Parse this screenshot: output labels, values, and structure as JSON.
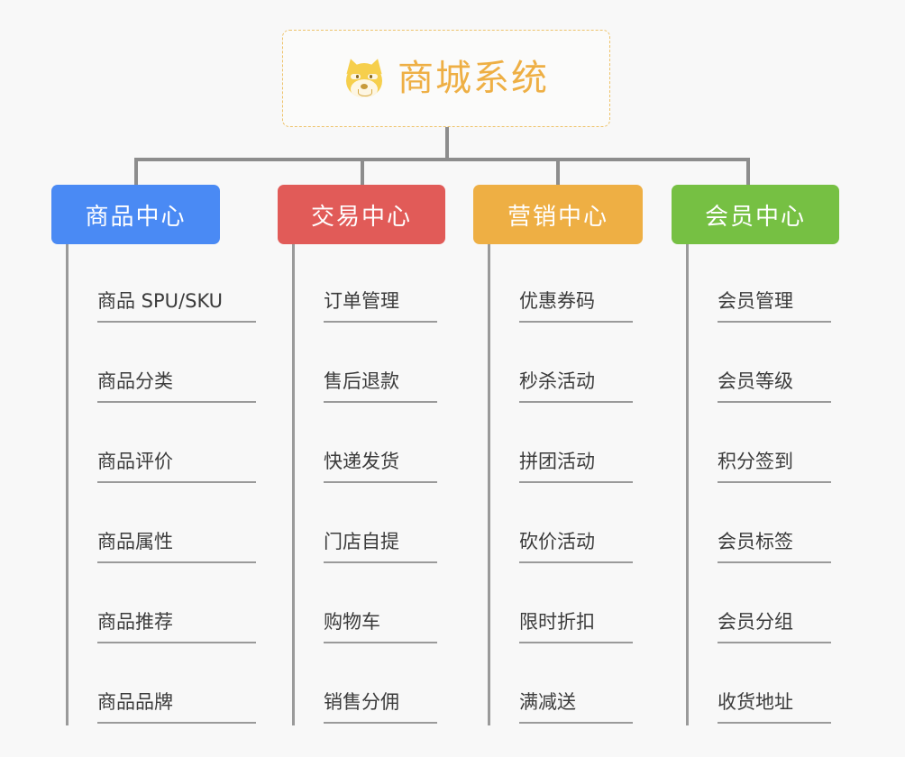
{
  "root": {
    "icon": "shiba-dog-face-icon",
    "title": "商城系统"
  },
  "colors": {
    "background": "#f8f8f8",
    "root_border": "#eec36a",
    "root_text": "#eeaf44",
    "connector": "#8d8d8d",
    "leaf_rule": "#9a9a9a",
    "leaf_text": "#3b3b3b",
    "category_1": "#4a8af4",
    "category_2": "#e15b58",
    "category_3": "#eeaf44",
    "category_4": "#76c043"
  },
  "categories": [
    {
      "label": "商品中心",
      "color": "#4a8af4",
      "items": [
        "商品 SPU/SKU",
        "商品分类",
        "商品评价",
        "商品属性",
        "商品推荐",
        "商品品牌"
      ]
    },
    {
      "label": "交易中心",
      "color": "#e15b58",
      "items": [
        "订单管理",
        "售后退款",
        "快递发货",
        "门店自提",
        "购物车",
        "销售分佣"
      ]
    },
    {
      "label": "营销中心",
      "color": "#eeaf44",
      "items": [
        "优惠券码",
        "秒杀活动",
        "拼团活动",
        "砍价活动",
        "限时折扣",
        "满减送"
      ]
    },
    {
      "label": "会员中心",
      "color": "#76c043",
      "items": [
        "会员管理",
        "会员等级",
        "积分签到",
        "会员标签",
        "会员分组",
        "收货地址"
      ]
    }
  ]
}
